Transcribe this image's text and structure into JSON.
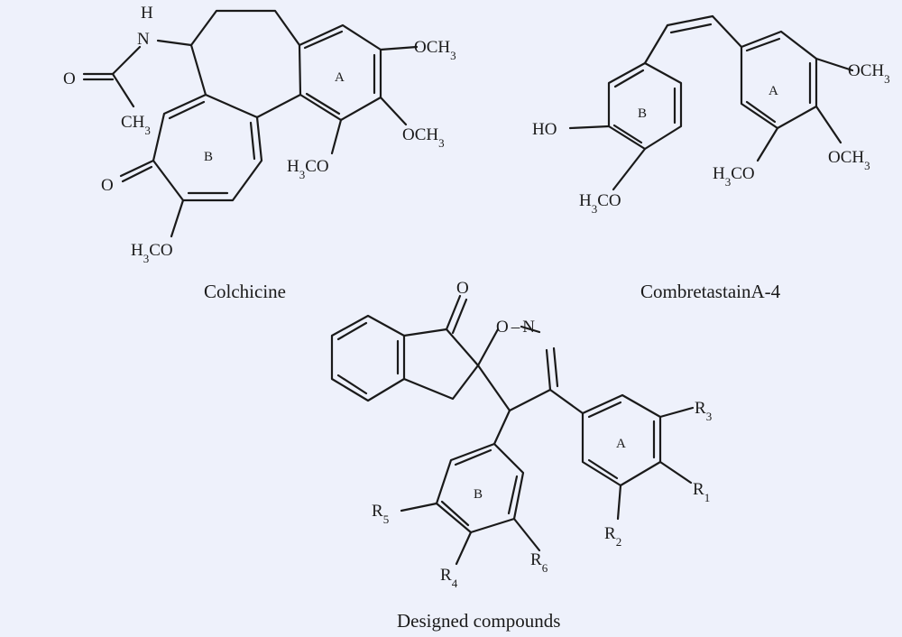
{
  "figure": {
    "background": "#eef1fb",
    "ink": "#1a1a1a"
  },
  "colchicine": {
    "name": "Colchicine",
    "n_label": "N",
    "h_label": "H",
    "o_amide": "O",
    "ch3_amide": "CH",
    "o_tropone": "O",
    "ome_a_top": "OCH",
    "ome_a_mid": "OCH",
    "ome_a_low": "H",
    "ome_a_low_tail": "CO",
    "ome_b": "H",
    "ome_b_tail": "CO",
    "ring_a": "A",
    "ring_b": "B",
    "sub3": "3"
  },
  "combretastatin": {
    "name": "CombretastainA-4",
    "ho": "HO",
    "ring_a": "A",
    "ring_b": "B",
    "ome_top": "OCH",
    "ome_mid": "OCH",
    "ome_low": "H",
    "ome_low_tail": "CO",
    "ome_b": "H",
    "ome_b_tail": "CO",
    "sub3": "3"
  },
  "designed": {
    "name": "Designed compounds",
    "o_ketone": "O",
    "o_ring": "O",
    "dash": "–",
    "n_ring": "N",
    "ring_a": "A",
    "ring_b": "B",
    "r": "R",
    "r1": "1",
    "r2": "2",
    "r3": "3",
    "r4": "4",
    "r5": "5",
    "r6": "6"
  }
}
